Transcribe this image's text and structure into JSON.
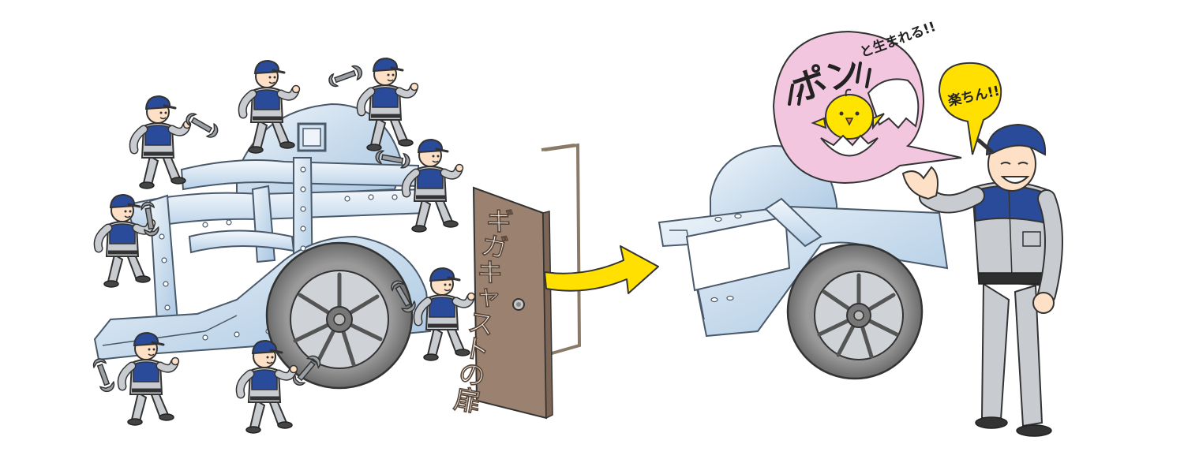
{
  "door": {
    "sign_text": "ギガキャストの扉"
  },
  "bubbles": {
    "pon": "ポン",
    "born": "と生まれる!!",
    "easy": "楽ちん!!"
  },
  "colors": {
    "worker_blue": "#2a4a9a",
    "worker_gray": "#c8cbd0",
    "door_brown": "#9b8270",
    "arrow_yellow": "#ffe000",
    "speech_pink": "#f2c6de",
    "speech_yellow": "#ffe000",
    "chick_yellow": "#ffe400",
    "metal_light": "#dbe7f3",
    "tire_gray": "#888888"
  },
  "icons": {
    "wrench": "wrench-icon",
    "arrow": "arrow-right-icon",
    "chick": "chick-icon"
  }
}
